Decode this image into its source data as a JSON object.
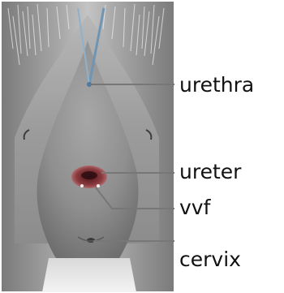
{
  "diagram": {
    "labels": {
      "urethra": "urethra",
      "ureter": "ureter",
      "vvf": "vvf",
      "cervix": "cervix"
    },
    "colors": {
      "leader_line": "#777777",
      "probe": "#6f95b5",
      "fistula": "#8a3a3e",
      "text": "#111111"
    }
  }
}
